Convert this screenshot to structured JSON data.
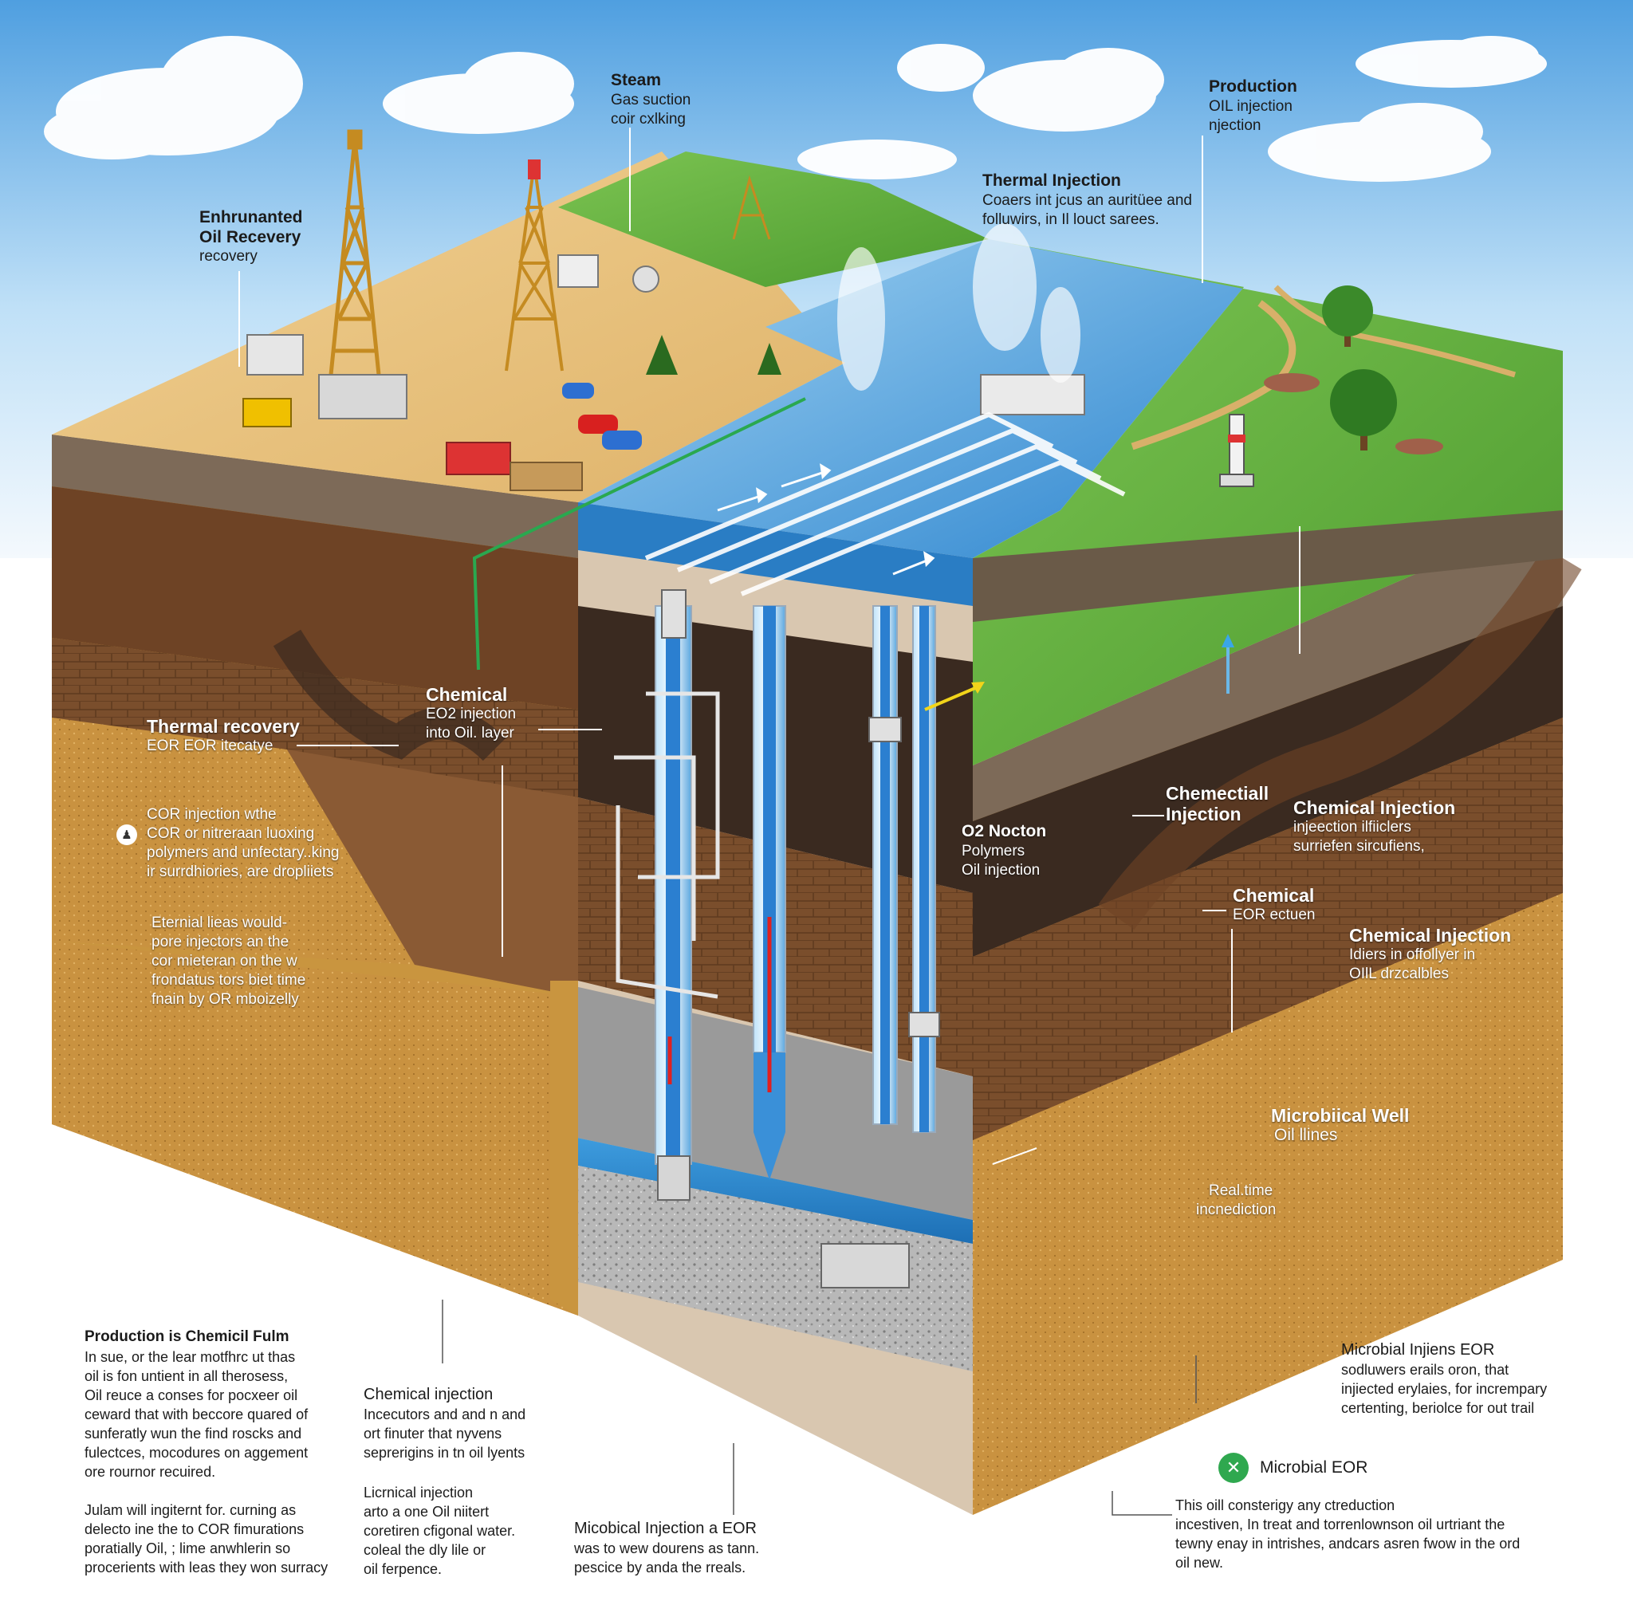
{
  "colors": {
    "sky_top": "#5aa9e6",
    "sky_bottom": "#e8f4fc",
    "sand": "#e8c27e",
    "grass": "#5ea83a",
    "water": "#3e9ad8",
    "soil_dark": "#3a2a20",
    "soil_brown": "#8a5a34",
    "soil_sand": "#c9953f",
    "badge_green": "#2fa84f"
  },
  "icons": {
    "info_badge": "person-icon",
    "microbial_badge": "close-x-icon"
  },
  "labels": {
    "steam": {
      "title": "Steam",
      "lines": [
        "Gas suction",
        "coir cxlking"
      ]
    },
    "production_top": {
      "title": "Production",
      "lines": [
        "OIL injection",
        "njection"
      ]
    },
    "eor_top": {
      "title": "Enhrunanted",
      "lines": [
        "Oil Recevery",
        "recovery"
      ]
    },
    "thermal_injection": {
      "title": "Thermal Injection",
      "lines": [
        "Coaers int jcus an auritüee and",
        "folluwirs, in Il louct sarees."
      ]
    },
    "chemical_eo2": {
      "title": "Chemical",
      "lines": [
        "EO2 injection",
        "into Oil. layer"
      ]
    },
    "thermal_recovery": {
      "title": "Thermal recovery",
      "lines": [
        "EOR EOR itecatye"
      ]
    },
    "cor_injection": {
      "lines": [
        "COR injection wthe",
        "COR or nitreraan luoxing",
        "polymers and unfectary..king",
        "ir surrdhiories, are dropliiets"
      ]
    },
    "eternial": {
      "lines": [
        "Eternial lieas would-",
        "pore injectors an the",
        "cor mieteran on the w",
        "frondatus tors biet time",
        "fnain by OR mboizelly"
      ]
    },
    "o2_nocton": {
      "title": "O2  Nocton",
      "lines": [
        "Polymers",
        "Oil injection"
      ]
    },
    "chemectiall": {
      "title": "Chemectiall",
      "lines": [
        "Injection"
      ]
    },
    "chemical_injection_1": {
      "title": "Chemical Injection",
      "lines": [
        "injeection ilfiiclers",
        "surriefen sircufiens,"
      ]
    },
    "chemical_eor": {
      "title": "Chemical",
      "lines": [
        "EOR ectuen"
      ]
    },
    "chemical_injection_2": {
      "title": "Chemical Injection",
      "lines": [
        "Idiers in offollyer in",
        "OIlL drzcalbles"
      ]
    },
    "microbial_well": {
      "title": "Microbiical Well",
      "lines": [
        "Oil llines"
      ]
    },
    "realtime": {
      "lines": [
        "Real.time",
        "incnediction"
      ]
    },
    "production_film": {
      "title": "Production is Chemicil Fulm",
      "lines": [
        "In sue, or the lear motfhrc ut thas",
        "oil is fon untient in all therosess,",
        "  Oil reuce a conses for pocxeer  oil",
        "ceward that with beccore quared of",
        "sunferatly wun the find roscks and",
        "fulectces, mocodures on aggement",
        "ore rournor recuired."
      ]
    },
    "julam": {
      "lines": [
        "Julam will ingiternt for. curning as",
        "delecto ine the to COR fimurations",
        "poratially Oil, ; lime anwhlerin so",
        "procerients with leas they won surracy"
      ]
    },
    "chemical_injection_bottom": {
      "title": "Chemical injection",
      "lines": [
        "Incecutors and and n and",
        "ort finuter that nyvens",
        "seprerigins in tn oil lyents"
      ]
    },
    "licrnical": {
      "lines": [
        "Licrnical injection",
        "arto a one Oil niitert",
        "coretiren cfigonal water.",
        "coleal the dly lile or",
        "oil ferpence."
      ]
    },
    "micobical": {
      "title": "Micobical Injection a EOR",
      "lines": [
        "was to wew dourens as tann.",
        "pescice by anda the rreals."
      ]
    },
    "microbial_injens": {
      "title": "Microbial Injiens EOR",
      "lines": [
        "sodluwers erails oron, that",
        "injiected erylaies, for incrempary",
        "certenting, beriolce for out trail"
      ]
    },
    "microbial_eor": {
      "title": "Microbial EOR"
    },
    "this_oil": {
      "lines": [
        "This oill consterigy any ctreduction",
        "incestiven, In treat and torrenlownson oil urtriant the",
        "tewny enay in intrishes, andcars asren fwow in the ord",
        "oil new."
      ]
    }
  }
}
